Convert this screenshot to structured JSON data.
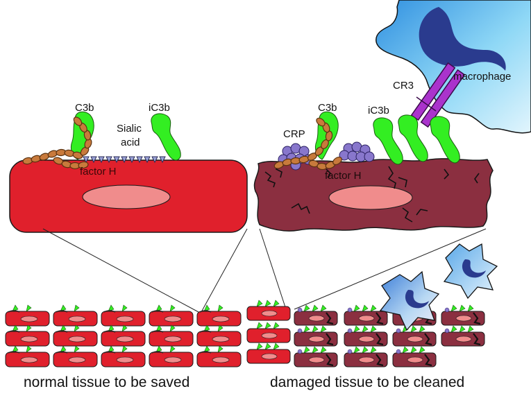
{
  "labels": {
    "c3b_left": "C3b",
    "ic3b_left": "iC3b",
    "sialic_line1": "Sialic",
    "sialic_line2": "acid",
    "factor_h_left": "factor H",
    "crp": "CRP",
    "c3b_right": "C3b",
    "ic3b_right": "iC3b",
    "factor_h_right": "factor H",
    "cr3": "CR3",
    "macrophage": "macrophage"
  },
  "captions": {
    "normal": "normal tissue to be saved",
    "damaged": "damaged tissue to be cleaned"
  },
  "colors": {
    "healthy_cell": "#e0202c",
    "damaged_cell": "#8b2f40",
    "nucleus": "#f08c8c",
    "complement": "#33ee22",
    "factor_h": "#c87a3c",
    "crp": "#8877cc",
    "cr3": "#aa33cc",
    "macrophage": "#5ec0ee",
    "sialic_acid": "#9aa3d8"
  }
}
